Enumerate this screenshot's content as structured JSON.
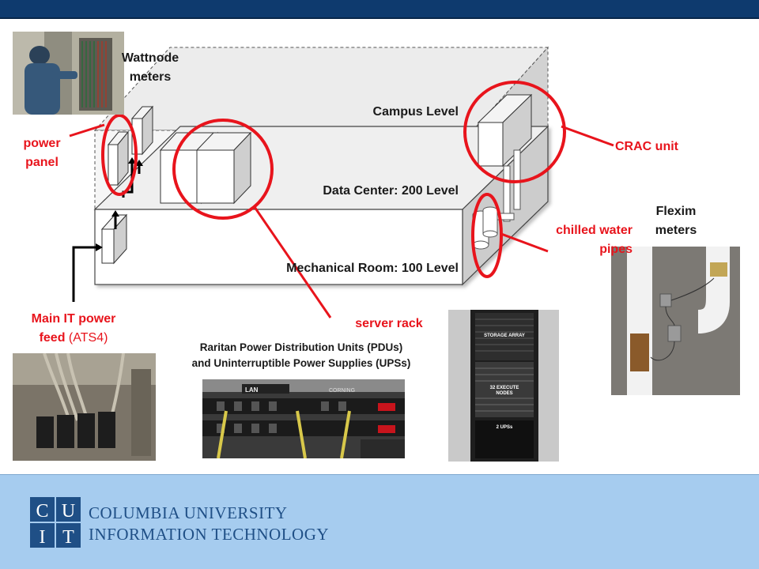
{
  "labels": {
    "wattnode_line1": "Wattnode",
    "wattnode_line2": "meters",
    "power_panel_line1": "power",
    "power_panel_line2": "panel",
    "campus_level": "Campus Level",
    "data_center_level": "Data Center: 200 Level",
    "mechanical_room_level": "Mechanical Room: 100 Level",
    "crac_unit": "CRAC unit",
    "chilled_water_line1": "chilled water",
    "chilled_water_line2": "pipes",
    "flexim_line1": "Flexim",
    "flexim_line2": "meters",
    "main_it_line1": "Main IT power",
    "main_it_line2_bold": "feed",
    "main_it_line2_normal": " (ATS4)",
    "server_rack": "server rack",
    "pdu_caption_line1": "Raritan Power Distribution Units (PDUs)",
    "pdu_caption_line2": "and Uninterruptible Power Supplies (UPSs)"
  },
  "rack_photo_text": {
    "top": "STORAGE ARRAY",
    "middle_line1": "32 EXECUTE",
    "middle_line2": "NODES",
    "bottom": "2 UPSs"
  },
  "pdu_photo_text": {
    "brand_left": "LAN",
    "brand_right": "CORNING"
  },
  "footer": {
    "logo_letters": [
      "C",
      "U",
      "I",
      "T"
    ],
    "org_line1": "COLUMBIA UNIVERSITY",
    "org_line2": "INFORMATION TECHNOLOGY"
  },
  "colors": {
    "header_bar": "#0e3a6e",
    "footer_bg": "#a6ccef",
    "logo_blue": "#1f4f86",
    "highlight_red": "#e8141c"
  }
}
